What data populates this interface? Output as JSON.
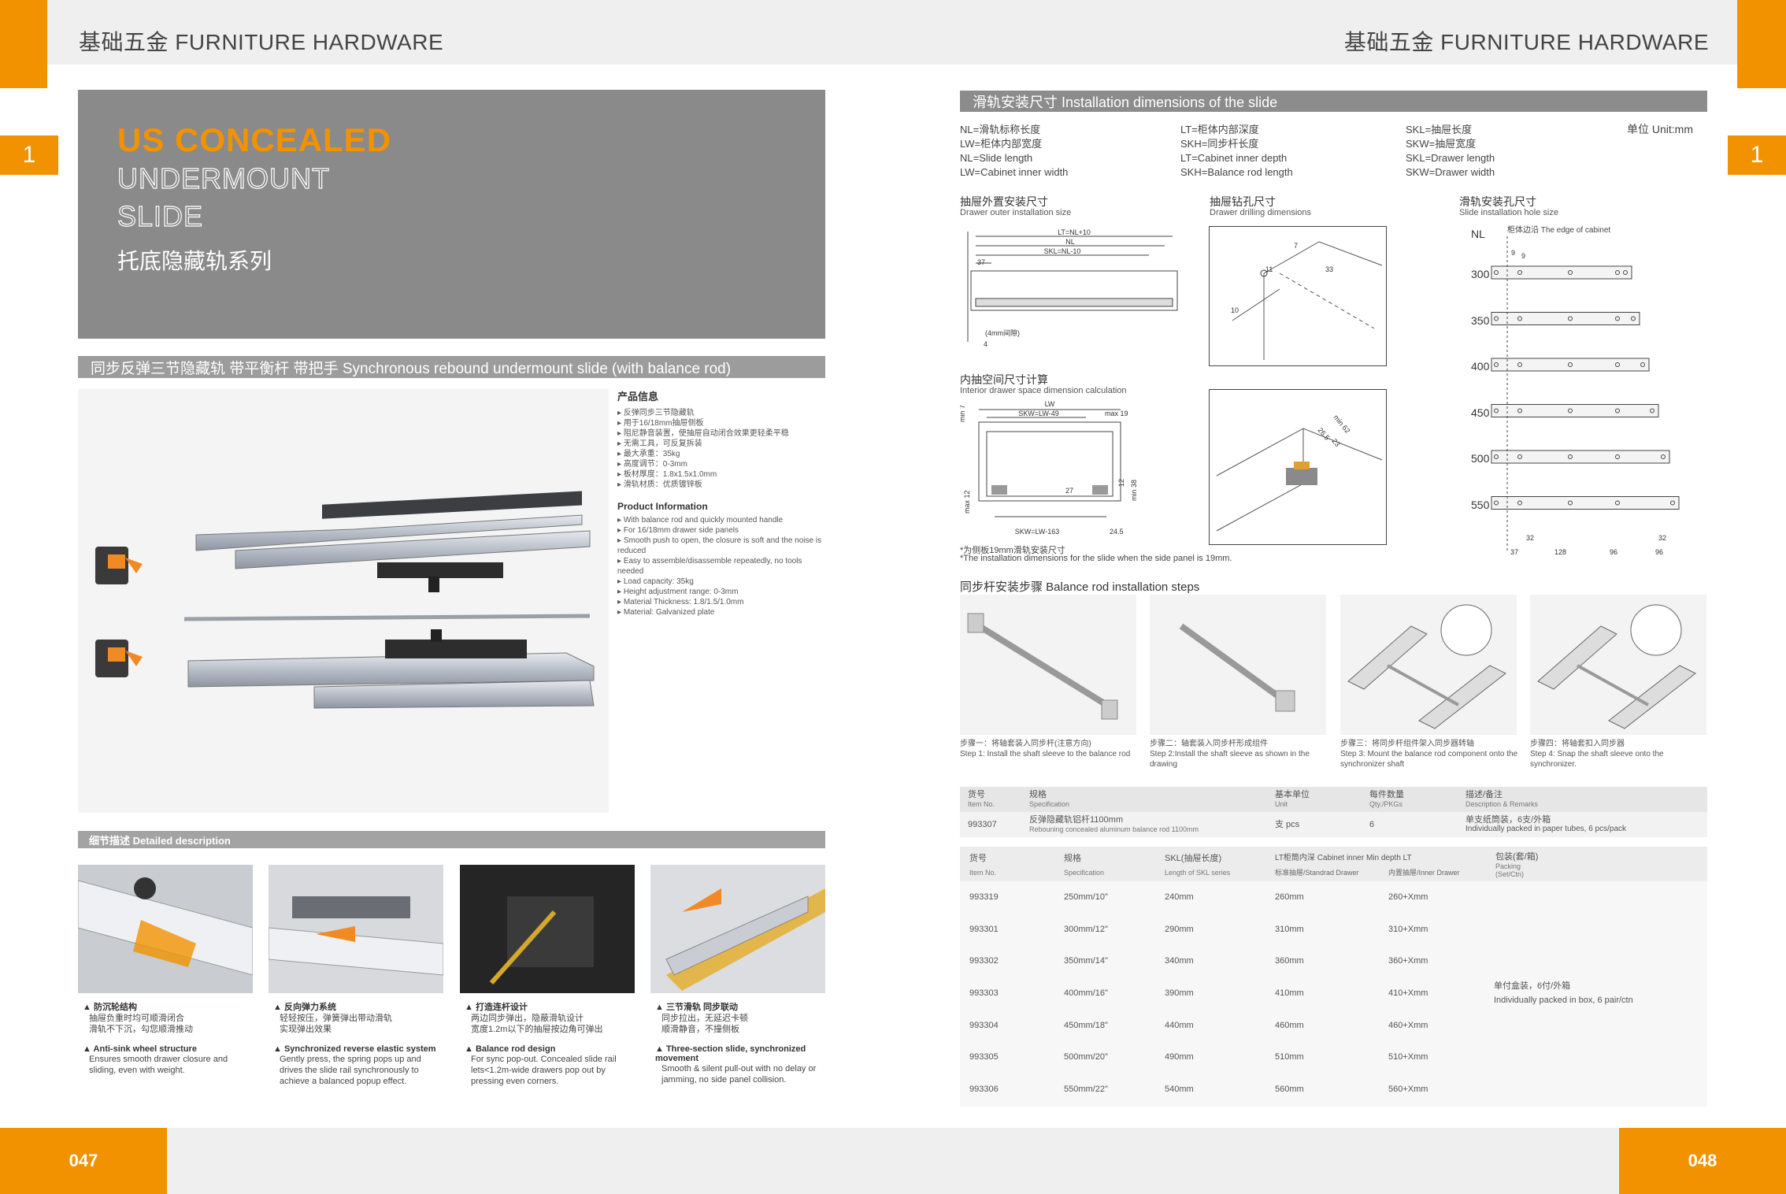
{
  "header": {
    "brand_left": "基础五金  FURNITURE HARDWARE",
    "brand_right": "基础五金  FURNITURE HARDWARE",
    "tab_left": "1",
    "tab_right": "1"
  },
  "hero": {
    "title_line1": "US CONCEALED",
    "title_line2": "UNDERMOUNT",
    "title_line3": "SLIDE",
    "subtitle_cn": "托底隐藏轨系列"
  },
  "product_band": "同步反弹三节隐藏轨  带平衡杆  带把手  Synchronous rebound undermount slide (with balance rod)",
  "product_info": {
    "cn_title": "产品信息",
    "cn_items": [
      "反弹同步三节隐藏轨",
      "用于16/18mm抽屉侧板",
      "阻尼静音装置，使抽屉自动闭合效果更轻柔平稳",
      "无需工具，可反复拆装",
      "最大承重：35kg",
      "高度调节：0-3mm",
      "板材厚度：1.8x1.5x1.0mm",
      "滑轨材质：优质镀锌板"
    ],
    "en_title": "Product Information",
    "en_items": [
      "With balance rod and quickly mounted handle",
      "For 16/18mm drawer side panels",
      "Smooth push to open, the closure is soft and the noise is reduced",
      "Easy to assemble/disassemble repeatedly, no tools needed",
      "Load capacity: 35kg",
      "Height adjustment range: 0-3mm",
      "Material Thickness: 1.8/1.5/1.0mm",
      "Material: Galvanized plate"
    ]
  },
  "detail": {
    "band": "细节描述 Detailed description",
    "items": [
      {
        "cn_title": "▲ 防沉轮结构",
        "cn_line1": "抽屉负重时均可顺滑闭合",
        "cn_line2": "滑轨不下沉，勾您顺滑推动",
        "en_title": "▲ Anti-sink wheel structure",
        "en_text": "Ensures smooth drawer closure and sliding, even with weight."
      },
      {
        "cn_title": "▲ 反向弹力系统",
        "cn_line1": "轻轻按压，弹簧弹出带动滑轨",
        "cn_line2": "实现弹出效果",
        "en_title": "▲ Synchronized reverse elastic system",
        "en_text": "Gently press, the spring pops up and drives the slide rail synchronously to achieve a balanced popup effect."
      },
      {
        "cn_title": "▲ 打造连杆设计",
        "cn_line1": "两边同步弹出，隐蔽滑轨设计",
        "cn_line2": "宽度1.2m以下的抽屉按边角可弹出",
        "en_title": "▲ Balance rod design",
        "en_text": "For sync pop-out. Concealed slide rail lets<1.2m-wide drawers pop out by pressing even corners."
      },
      {
        "cn_title": "▲ 三节滑轨 同步联动",
        "cn_line1": "同步拉出，无延迟卡顿",
        "cn_line2": "顺滑静音，不撞侧板",
        "en_title": "▲ Three-section slide, synchronized movement",
        "en_text": "Smooth & silent pull-out with no delay or jamming, no side panel collision."
      }
    ]
  },
  "footer": {
    "left_page": "047",
    "right_page": "048"
  },
  "install": {
    "band": "滑轨安装尺寸    Installation dimensions of the slide",
    "unit": "单位 Unit:mm",
    "legend_col1": [
      "NL=滑轨标称长度",
      "LW=柜体内部宽度",
      "NL=Slide length",
      "LW=Cabinet inner width"
    ],
    "legend_col2": [
      "LT=柜体内部深度",
      "SKH=同步杆长度",
      "LT=Cabinet inner depth",
      "SKH=Balance rod length"
    ],
    "legend_col3": [
      "SKL=抽屉长度",
      "SKW=抽屉宽度",
      "SKL=Drawer length",
      "SKW=Drawer width"
    ],
    "outer_size": {
      "cn": "抽屉外置安装尺寸",
      "en": "Drawer outer installation size",
      "lt": "LT=NL+10",
      "nl": "NL",
      "skl": "SKL=NL-10",
      "d37": "37",
      "gap": "(4mm间隙)",
      "d4": "4"
    },
    "drilling": {
      "cn": "抽屉钻孔尺寸",
      "en": "Drawer drilling dimensions",
      "d7": "7",
      "d11": "11",
      "d33": "33",
      "d10": "10"
    },
    "hole": {
      "cn": "滑轨安装孔尺寸",
      "en": "Slide installation hole size",
      "nl": "NL",
      "edge": "柜体边沿   The edge of cabinet",
      "d9a": "9",
      "d9b": "9",
      "lengths": [
        "300",
        "350",
        "400",
        "450",
        "500",
        "550"
      ],
      "d32a": "32",
      "d32b": "32",
      "b37": "37",
      "b128": "128",
      "b96a": "96",
      "b96b": "96"
    },
    "interior": {
      "cn": "内抽空间尺寸计算",
      "en": "Interior drawer space dimension calculation",
      "lw": "LW",
      "skw49": "SKW=LW-49",
      "max19": "max 19",
      "min7": "min 7",
      "max12": "max 12",
      "d12": "12",
      "min38": "min 38",
      "d27": "27",
      "skw163": "SKW=LW-163",
      "d245": "24.5"
    },
    "drill3d": {
      "min62": "min 62",
      "d265": "26.5",
      "d23": "23"
    },
    "note_cn": "*为侧板19mm滑轨安装尺寸",
    "note_en": "*The installation dimensions for the slide when the side panel is 19mm."
  },
  "balance_steps": {
    "title": "同步杆安装步骤    Balance rod installation steps",
    "steps": [
      {
        "cn": "步骤一：将轴套装入同步杆(注意方向)",
        "en": "Step 1: Install the shaft sleeve to the balance rod"
      },
      {
        "cn": "步骤二：轴套装入同步杆形成组件",
        "en": "Step 2:Install the shaft sleeve as shown in the drawing"
      },
      {
        "cn": "步骤三：将同步杆组件架入同步器转轴",
        "en": "Step 3: Mount the balance rod component onto the synchronizer shaft"
      },
      {
        "cn": "步骤四：将轴套扣入同步器",
        "en": "Step 4: Snap the shaft sleeve onto the synchronizer."
      }
    ]
  },
  "rod_table": {
    "headers": [
      {
        "cn": "货号",
        "en": "Item No."
      },
      {
        "cn": "规格",
        "en": "Specification"
      },
      {
        "cn": "基本单位",
        "en": "Unit"
      },
      {
        "cn": "每件数量",
        "en": "Qty./PKGs"
      },
      {
        "cn": "描述/备注",
        "en": "Description & Remarks"
      }
    ],
    "row": {
      "item": "993307",
      "spec_cn": "反弹隐藏轨铝杆1100mm",
      "spec_en": "Rebouning concealed aluminum balance rod 1100mm",
      "unit": "支 pcs",
      "qty": "6",
      "desc_cn": "单支纸筒装，6支/外箱",
      "desc_en": "Individually packed in paper tubes, 6 pcs/pack"
    }
  },
  "slide_table": {
    "h_item_cn": "货号",
    "h_item_en": "Item No.",
    "h_spec_cn": "规格",
    "h_spec_en": "Specification",
    "h_skl_cn": "SKL(抽屉长度)",
    "h_skl_en": "Length of SKL series",
    "h_lt": "LT柜筒内深 Cabinet inner Min depth LT",
    "h_std": "标准抽屉/Standrad Drawer",
    "h_inner": "内置抽屉/Inner Drawer",
    "h_pack_cn": "包装(套/箱)",
    "h_pack_en1": "Packing",
    "h_pack_en2": "(Set/Ctn)",
    "rows": [
      {
        "item": "993319",
        "spec": "250mm/10\"",
        "skl": "240mm",
        "std": "260mm",
        "inner": "260+Xmm"
      },
      {
        "item": "993301",
        "spec": "300mm/12\"",
        "skl": "290mm",
        "std": "310mm",
        "inner": "310+Xmm"
      },
      {
        "item": "993302",
        "spec": "350mm/14\"",
        "skl": "340mm",
        "std": "360mm",
        "inner": "360+Xmm"
      },
      {
        "item": "993303",
        "spec": "400mm/16\"",
        "skl": "390mm",
        "std": "410mm",
        "inner": "410+Xmm"
      },
      {
        "item": "993304",
        "spec": "450mm/18\"",
        "skl": "440mm",
        "std": "460mm",
        "inner": "460+Xmm"
      },
      {
        "item": "993305",
        "spec": "500mm/20\"",
        "skl": "490mm",
        "std": "510mm",
        "inner": "510+Xmm"
      },
      {
        "item": "993306",
        "spec": "550mm/22\"",
        "skl": "540mm",
        "std": "560mm",
        "inner": "560+Xmm"
      }
    ],
    "pack_cn": "单付盒装，6付/外箱",
    "pack_en": "Individually packed in box, 6 pair/ctn"
  }
}
